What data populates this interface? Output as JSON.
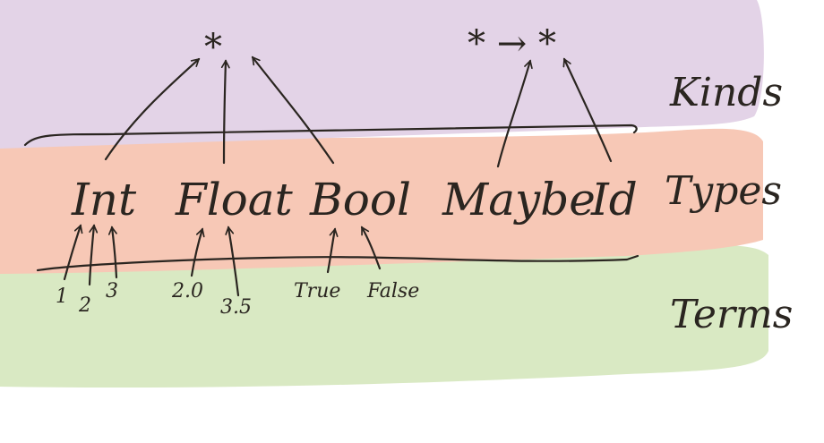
{
  "colors": {
    "kinds_band": "#e3d3e7",
    "types_band": "#f7c8b6",
    "terms_band": "#d9e9c3",
    "ink": "#2a2520"
  },
  "layers": {
    "kinds": "Kinds",
    "types": "Types",
    "terms": "Terms"
  },
  "kinds": {
    "star": "*",
    "arrow_kind": "* → *"
  },
  "types": [
    "Int",
    "Float",
    "Bool",
    "Maybe",
    "Id"
  ],
  "terms": {
    "int_values": [
      "1",
      "2",
      "3"
    ],
    "float_values": [
      "2.0",
      "3.5"
    ],
    "bool_values": [
      "True",
      "False"
    ]
  }
}
